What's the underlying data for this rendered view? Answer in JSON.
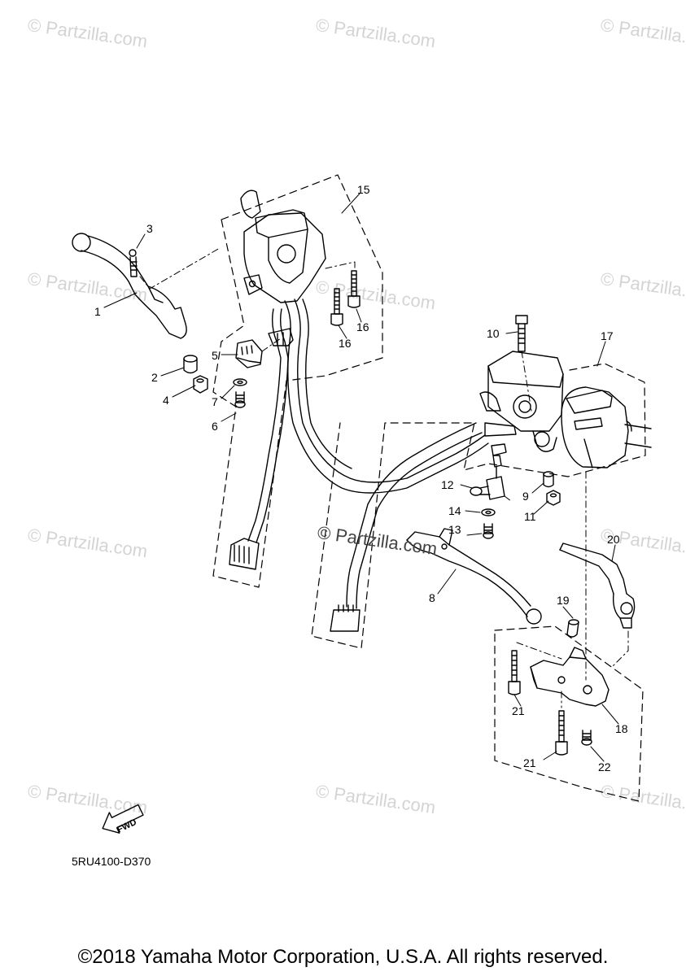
{
  "watermark": "© Partzilla.com",
  "center_watermark": "© Partzilla.com",
  "fwd_label": "FWD",
  "diagram_code": "5RU4100-D370",
  "copyright": "©2018 Yamaha Motor Corporation, U.S.A. All rights reserved.",
  "callouts": [
    "1",
    "2",
    "3",
    "4",
    "5",
    "6",
    "7",
    "8",
    "9",
    "10",
    "11",
    "12",
    "13",
    "14",
    "15",
    "16",
    "16",
    "17",
    "18",
    "19",
    "20",
    "21",
    "21",
    "22"
  ]
}
